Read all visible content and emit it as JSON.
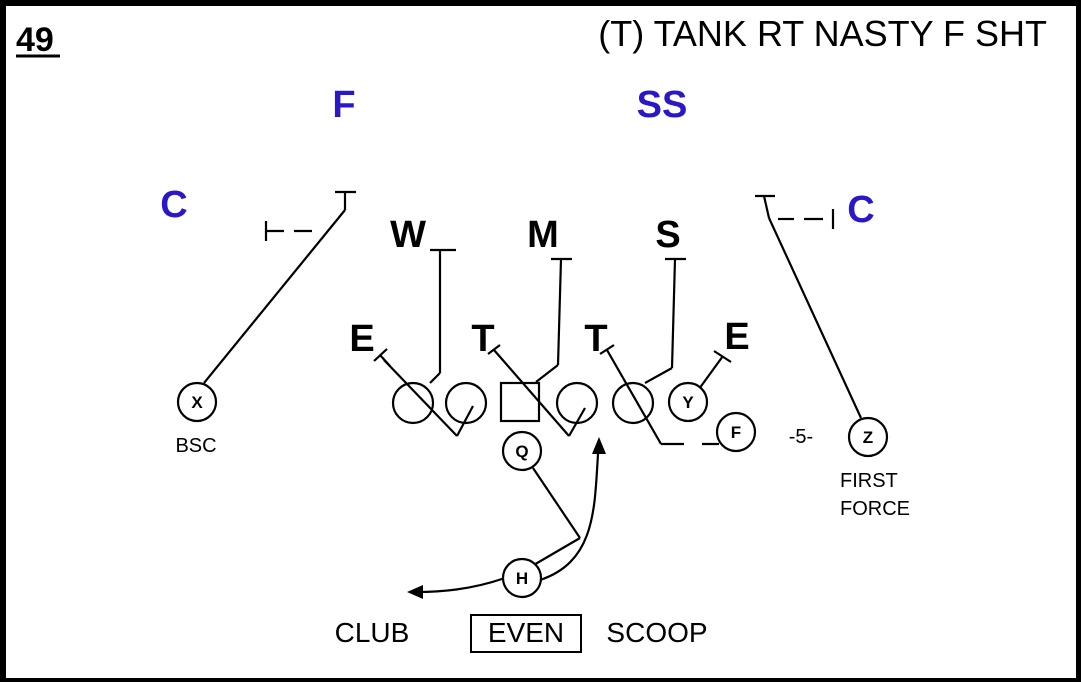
{
  "header": {
    "play_number": "49",
    "play_name": "(T) TANK RT NASTY F SHT"
  },
  "colors": {
    "defense_secondary": "#2a18c8",
    "ink": "#000000"
  },
  "defense": {
    "free_safety": "F",
    "strong_safety": "SS",
    "corner_left": "C",
    "corner_right": "C",
    "will": "W",
    "mike": "M",
    "sam": "S",
    "end_left": "E",
    "tackle_left": "T",
    "tackle_right": "T",
    "end_right": "E"
  },
  "offense": {
    "split_end": "X",
    "tight_end": "Y",
    "flanker": "Z",
    "quarterback": "Q",
    "halfback": "H",
    "fullback": "F"
  },
  "annotations": {
    "x_assignment": "BSC",
    "z_split": "-5-",
    "z_assignment_line1": "FIRST",
    "z_assignment_line2": "FORCE",
    "club": "CLUB",
    "even": "EVEN",
    "scoop": "SCOOP"
  },
  "icons": {
    "offensive_player": "circle",
    "center": "square",
    "route_end": "t-bar",
    "run_path": "arrow"
  }
}
